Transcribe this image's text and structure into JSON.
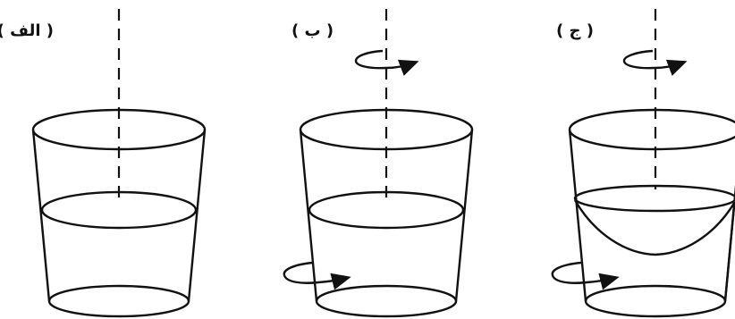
{
  "panels": [
    {
      "id": "a",
      "label": "( الف )",
      "top_rotation": false,
      "bottom_rotation": false,
      "curved_surface": false
    },
    {
      "id": "b",
      "label": "( ب )",
      "top_rotation": true,
      "bottom_rotation": true,
      "curved_surface": false
    },
    {
      "id": "c",
      "label": "( ج )",
      "top_rotation": true,
      "bottom_rotation": true,
      "curved_surface": true
    }
  ],
  "icons": {
    "rotation_arrow": "curved-rotation-arrow-icon",
    "axis": "dashed-rotation-axis"
  }
}
